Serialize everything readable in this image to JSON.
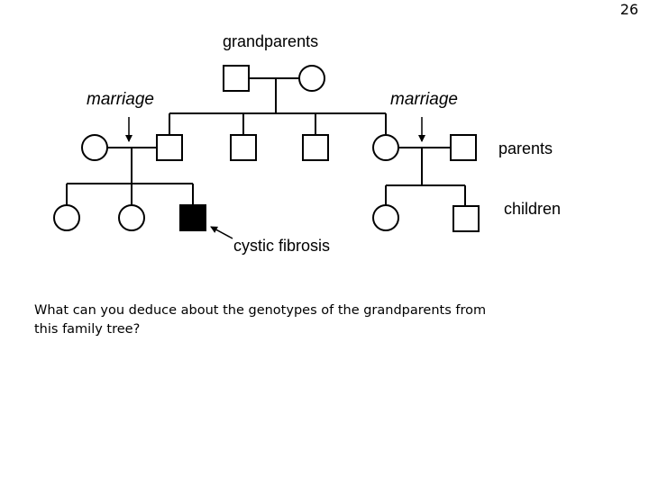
{
  "slide": {
    "page_number": "26"
  },
  "labels": {
    "grandparents": "grandparents",
    "marriage_left": "marriage",
    "marriage_right": "marriage",
    "parents": "parents",
    "children": "children",
    "affected": "cystic fibrosis"
  },
  "question": {
    "line1": "What can you deduce about the genotypes of the grandparents from",
    "line2": "this family tree?"
  },
  "pedigree": {
    "generations": [
      "grandparents",
      "parents",
      "children"
    ],
    "grandparents": [
      {
        "sex": "male",
        "affected": false
      },
      {
        "sex": "female",
        "affected": false
      }
    ],
    "parents": [
      {
        "sex": "female",
        "affected": false,
        "role": "spouse (married in)"
      },
      {
        "sex": "male",
        "affected": false
      },
      {
        "sex": "male",
        "affected": false
      },
      {
        "sex": "male",
        "affected": false
      },
      {
        "sex": "female",
        "affected": false
      },
      {
        "sex": "male",
        "affected": false,
        "role": "spouse (married in)"
      }
    ],
    "children_left_family": [
      {
        "sex": "female",
        "affected": false
      },
      {
        "sex": "female",
        "affected": false
      },
      {
        "sex": "male",
        "affected": true,
        "condition": "cystic fibrosis"
      }
    ],
    "children_right_family": [
      {
        "sex": "female",
        "affected": false
      },
      {
        "sex": "male",
        "affected": false
      }
    ],
    "colors": {
      "line": "#000000",
      "affected_fill": "#000000",
      "unaffected_fill": "#ffffff"
    }
  }
}
